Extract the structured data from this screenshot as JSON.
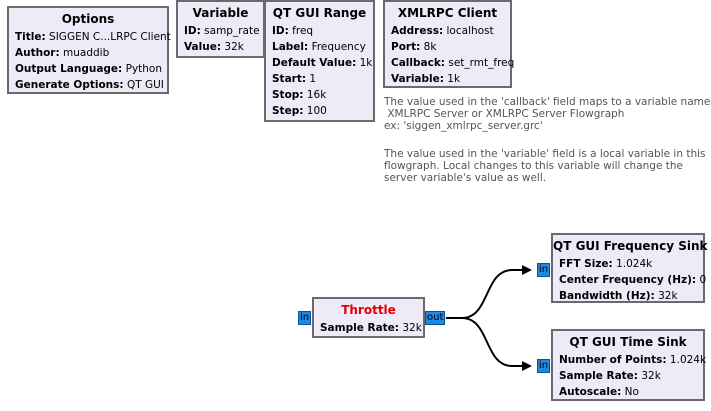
{
  "blocks": {
    "options": {
      "title": "Options",
      "params": [
        {
          "k": "Title:",
          "v": "SIGGEN C...LRPC Client"
        },
        {
          "k": "Author:",
          "v": "muaddib"
        },
        {
          "k": "Output Language:",
          "v": "Python"
        },
        {
          "k": "Generate Options:",
          "v": "QT GUI"
        }
      ]
    },
    "variable": {
      "title": "Variable",
      "params": [
        {
          "k": "ID:",
          "v": "samp_rate"
        },
        {
          "k": "Value:",
          "v": "32k"
        }
      ]
    },
    "qt_gui_range": {
      "title": "QT GUI Range",
      "params": [
        {
          "k": "ID:",
          "v": "freq"
        },
        {
          "k": "Label:",
          "v": "Frequency"
        },
        {
          "k": "Default Value:",
          "v": "1k"
        },
        {
          "k": "Start:",
          "v": "1"
        },
        {
          "k": "Stop:",
          "v": "16k"
        },
        {
          "k": "Step:",
          "v": "100"
        }
      ]
    },
    "xmlrpc_client": {
      "title": "XMLRPC Client",
      "params": [
        {
          "k": "Address:",
          "v": "localhost"
        },
        {
          "k": "Port:",
          "v": "8k"
        },
        {
          "k": "Callback:",
          "v": "set_rmt_freq"
        },
        {
          "k": "Variable:",
          "v": "1k"
        }
      ]
    },
    "throttle": {
      "title": "Throttle",
      "params": [
        {
          "k": "Sample Rate:",
          "v": "32k"
        }
      ],
      "in_port": "in",
      "out_port": "out"
    },
    "freq_sink": {
      "title": "QT GUI Frequency Sink",
      "params": [
        {
          "k": "FFT Size:",
          "v": "1.024k"
        },
        {
          "k": "Center Frequency (Hz):",
          "v": "0"
        },
        {
          "k": "Bandwidth (Hz):",
          "v": "32k"
        }
      ],
      "in_port": "in"
    },
    "time_sink": {
      "title": "QT GUI Time Sink",
      "params": [
        {
          "k": "Number of Points:",
          "v": "1.024k"
        },
        {
          "k": "Sample Rate:",
          "v": "32k"
        },
        {
          "k": "Autoscale:",
          "v": "No"
        }
      ],
      "in_port": "in"
    }
  },
  "notes": {
    "callback": "The value used in the 'callback' field maps to a variable name in the\n XMLRPC Server or XMLRPC Server Flowgraph\nex: 'siggen_xmlrpc_server.grc'",
    "variable": "The value used in the 'variable' field is a local variable in this\nflowgraph. Local changes to this variable will change the\nserver variable's value as well."
  },
  "colors": {
    "block_bg": "#eeeaf8",
    "block_border": "#6a6a6a",
    "port": "#1e88e5",
    "disabled_title": "#e00000"
  }
}
